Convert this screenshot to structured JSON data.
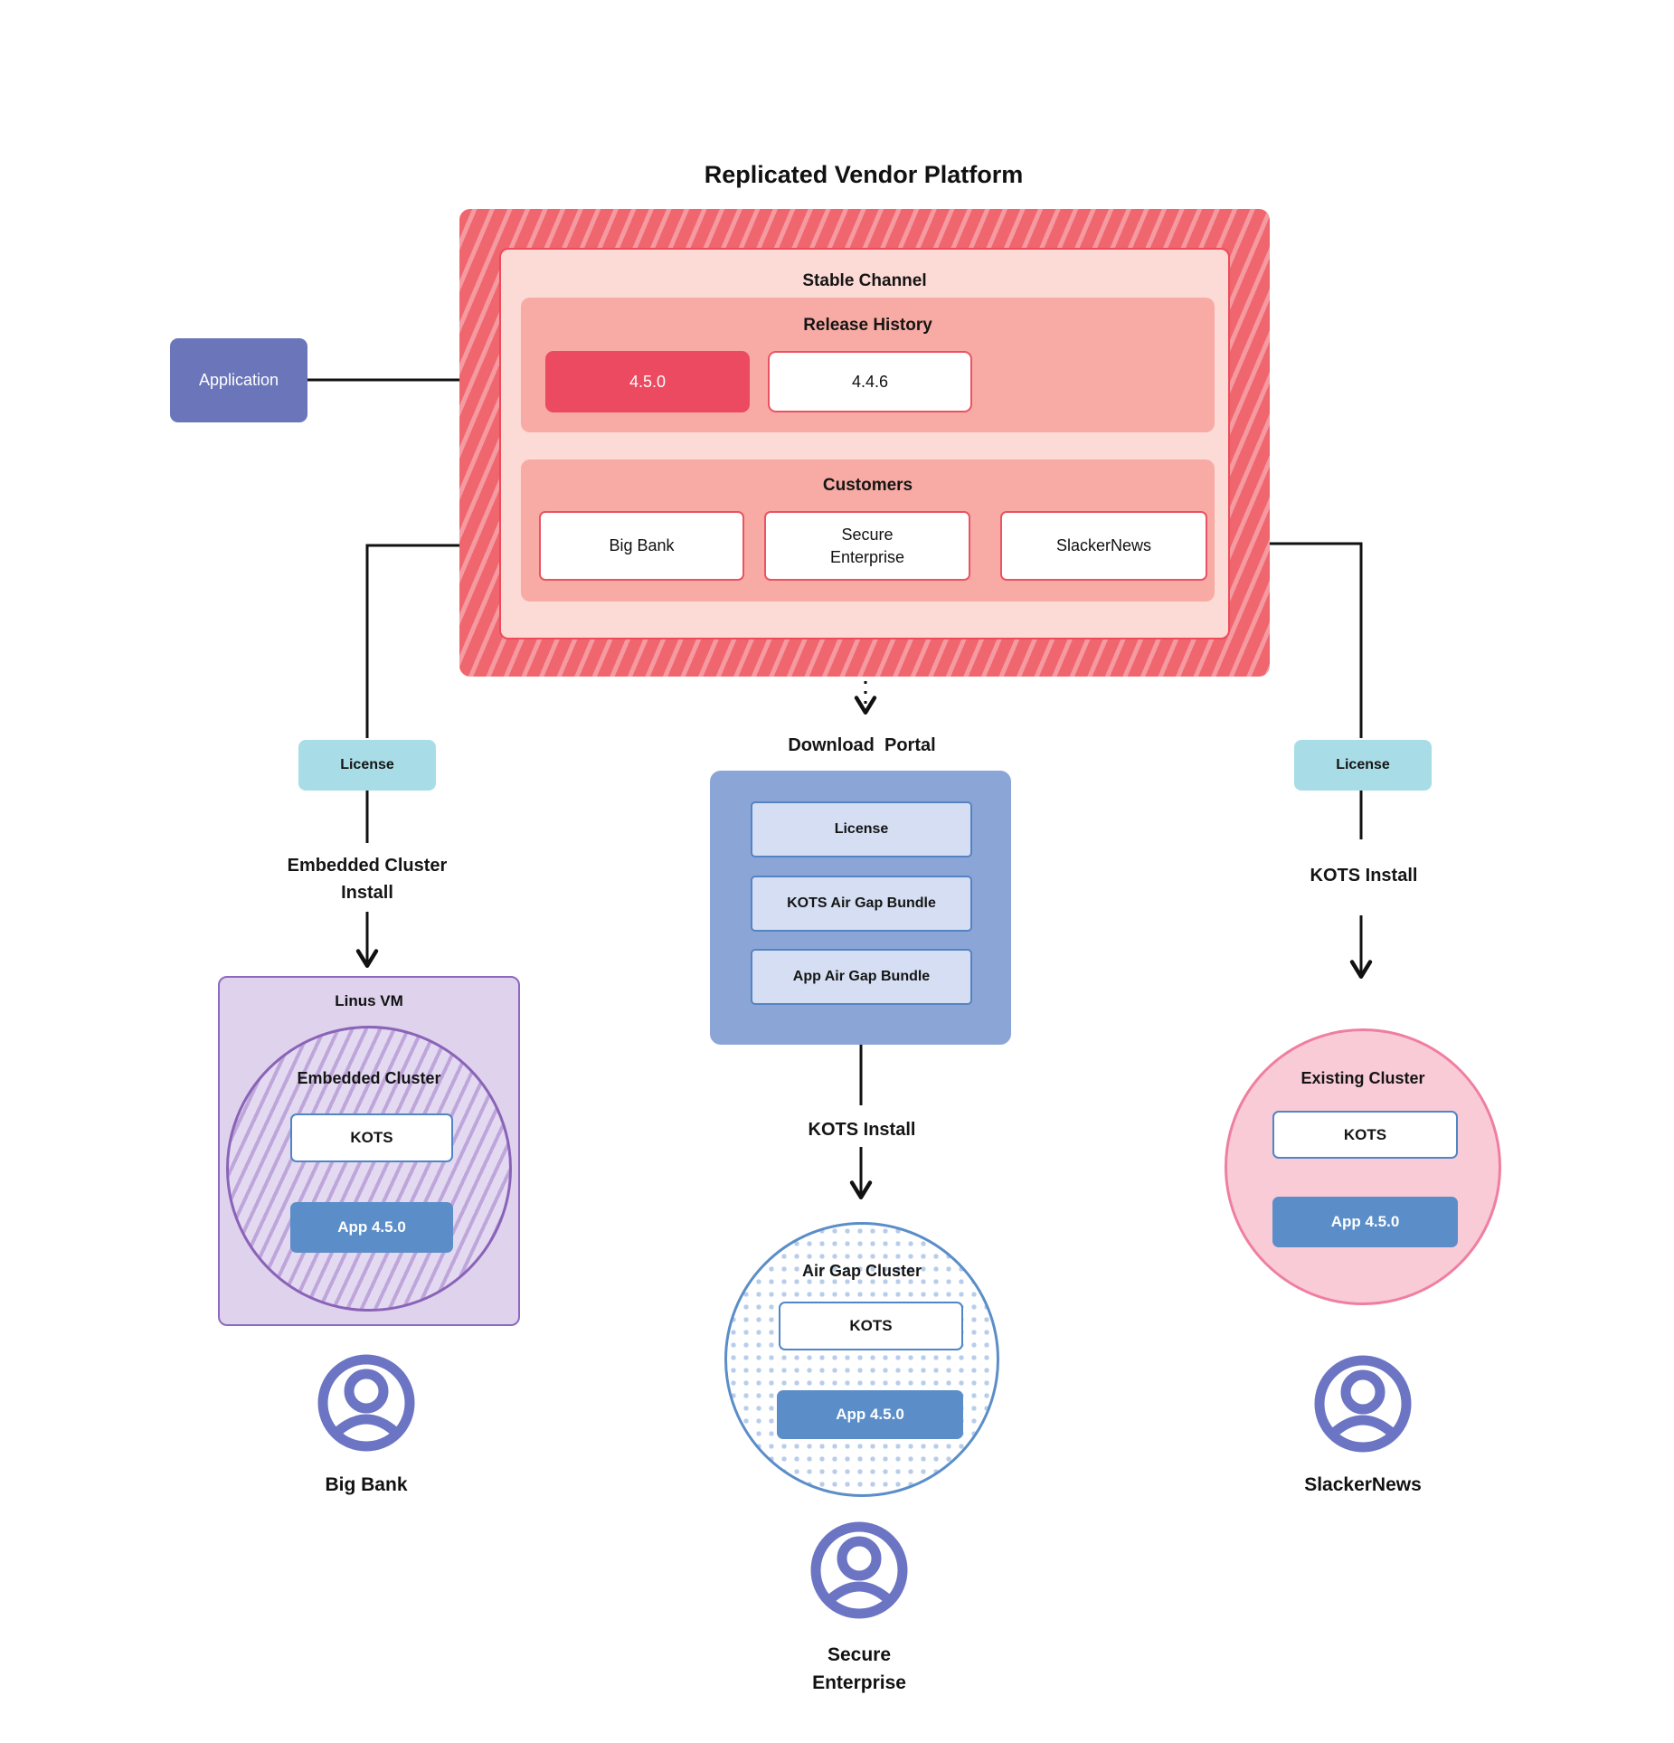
{
  "title": "Replicated Vendor Platform",
  "colors": {
    "red_hatch_base": "#f0666e",
    "red_hatch_stripe": "#f59aa0",
    "stable_fill": "#fcdad5",
    "stable_border": "#ee4a59",
    "section_fill": "#f8aba4",
    "release_highlight": "#eb4a60",
    "box_border_red": "#ea5362",
    "app_purple": "#6b75ba",
    "license_teal": "#a8dde8",
    "portal_blue": "#8ba6d6",
    "portal_item_fill": "#d5def2",
    "portal_item_border": "#5583c2",
    "linus_fill": "#ded2ec",
    "linus_border": "#8f68c0",
    "circle_hatch_a": "#e3d9f1",
    "circle_hatch_b": "#bfa6da",
    "circle_border_purple": "#8a63b8",
    "steel_blue": "#5b8ec8",
    "kots_border": "#4f86c6",
    "airgap_dot": "#b8cdea",
    "airgap_border": "#5b8ec8",
    "existing_fill": "#f9cbd7",
    "existing_border": "#ef7fa0",
    "person_purple": "#6b75c3",
    "line_color": "#111111"
  },
  "icons": {
    "person": "person-circle-icon"
  },
  "application_label": "Application",
  "platform": {
    "stable_channel_label": "Stable Channel",
    "release_history": {
      "label": "Release History",
      "releases": [
        {
          "version": "4.5.0",
          "state": "current"
        },
        {
          "version": "4.4.6",
          "state": "previous"
        }
      ]
    },
    "customers": {
      "label": "Customers",
      "items": [
        "Big Bank",
        "Secure\nEnterprise",
        "SlackerNews"
      ]
    }
  },
  "left_flow": {
    "license_label": "License",
    "install_label": "Embedded Cluster\nInstall"
  },
  "center_flow": {
    "portal_title": "Download  Portal",
    "portal_items": [
      "License",
      "KOTS Air Gap Bundle",
      "App Air Gap Bundle"
    ],
    "install_label": "KOTS Install"
  },
  "right_flow": {
    "license_label": "License",
    "install_label": "KOTS Install"
  },
  "clusters": {
    "embedded": {
      "container_label": "Linus VM",
      "cluster_label": "Embedded Cluster",
      "kots_label": "KOTS",
      "app_label": "App 4.5.0",
      "owner": "Big Bank"
    },
    "airgap": {
      "cluster_label": "Air Gap Cluster",
      "kots_label": "KOTS",
      "app_label": "App 4.5.0",
      "owner": "Secure\nEnterprise"
    },
    "existing": {
      "cluster_label": "Existing Cluster",
      "kots_label": "KOTS",
      "app_label": "App 4.5.0",
      "owner": "SlackerNews"
    }
  }
}
